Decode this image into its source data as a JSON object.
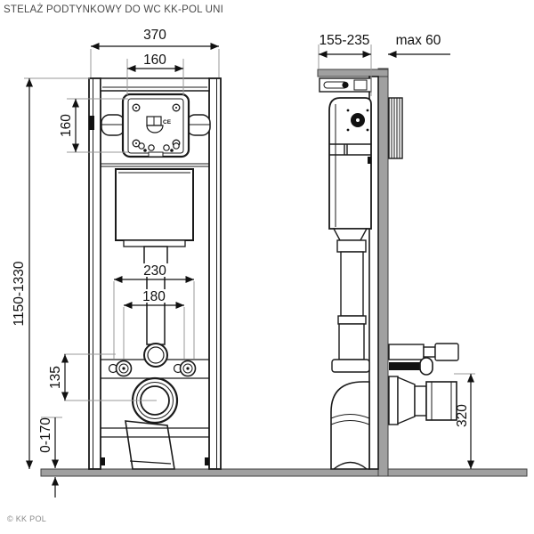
{
  "title": "STELAŻ PODTYNKOWY DO WC KK-POL UNI",
  "footer": {
    "copyright": "© KK POL"
  },
  "labels": {
    "ce_mark": "CE"
  },
  "colors": {
    "line": "#1a1a1a",
    "wall_gray": "#a0a0a0",
    "extension_line": "#999999",
    "title_text": "#4a4a4a"
  },
  "front_view": {
    "name": "front view",
    "dimensions": {
      "overall_width": "370",
      "access_panel_width": "160",
      "access_panel_height": "160",
      "overall_height": "1150-1330",
      "outer_spacing": "230",
      "bolt_spacing": "180",
      "bolt_to_outlet": "135",
      "foot_adjustment": "0-170"
    }
  },
  "side_view": {
    "name": "side view",
    "dimensions": {
      "depth_range": "155-235",
      "wall_max_thickness": "max 60",
      "outlet_height": "320"
    }
  }
}
